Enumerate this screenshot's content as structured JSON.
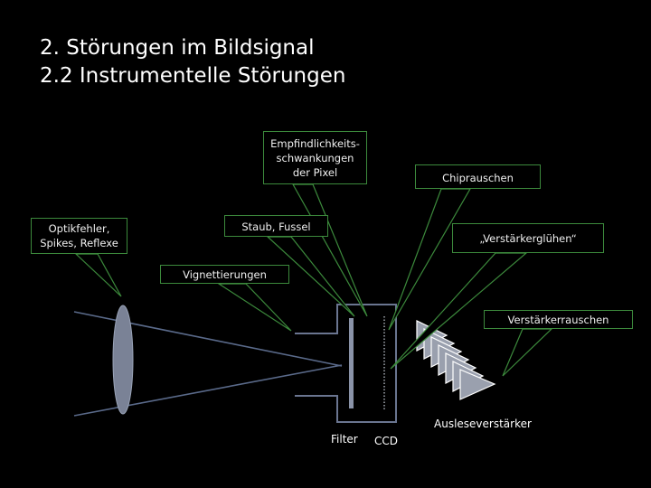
{
  "title": {
    "line1": "2. Störungen im Bildsignal",
    "line2": "2.2 Instrumentelle Störungen"
  },
  "callouts": {
    "empfindlichkeit_line1": "Empfindlichkeits-",
    "empfindlichkeit_line2": "schwankungen",
    "empfindlichkeit_line3": "der Pixel",
    "chiprauschen": "Chiprauschen",
    "optikfehler_line1": "Optikfehler,",
    "optikfehler_line2": "Spikes, Reflexe",
    "staub": "Staub, Fussel",
    "verstaerkergluehen": "„Verstärkerglühen“",
    "vignettierungen": "Vignettierungen",
    "verstaerkerrauschen": "Verstärkerrauschen"
  },
  "labels": {
    "ausleseverstaerker": "Ausleseverstärker",
    "filter": "Filter",
    "ccd": "CCD"
  },
  "colors": {
    "background": "#000000",
    "callout_border": "#3c8a3c",
    "optics": "#5a6a8a",
    "text": "#ffffff"
  }
}
